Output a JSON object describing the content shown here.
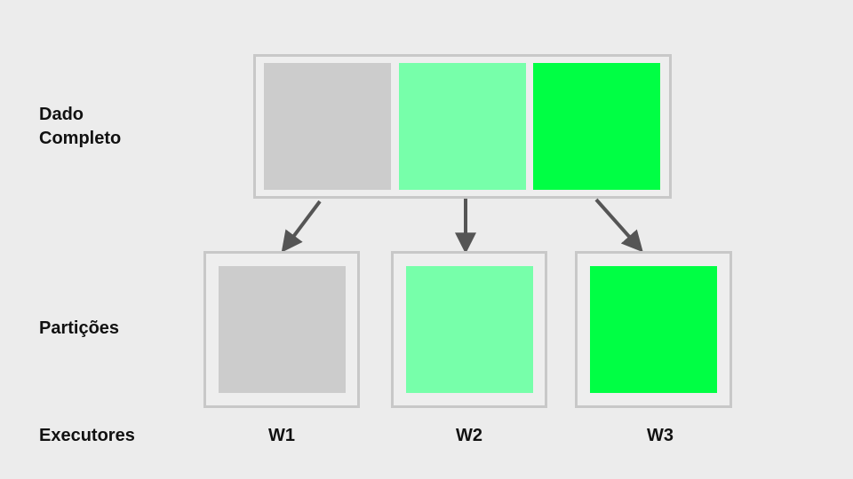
{
  "labels": {
    "full_data_line1": "Dado",
    "full_data_line2": "Completo",
    "partitions": "Partições",
    "executors": "Executores"
  },
  "workers": [
    "W1",
    "W2",
    "W3"
  ],
  "colors": {
    "background": "#ececec",
    "frame_border": "#c8c8c8",
    "partition_1": "#cccccc",
    "partition_2": "#77ffaa",
    "partition_3": "#00ff44",
    "arrow": "#555555"
  }
}
